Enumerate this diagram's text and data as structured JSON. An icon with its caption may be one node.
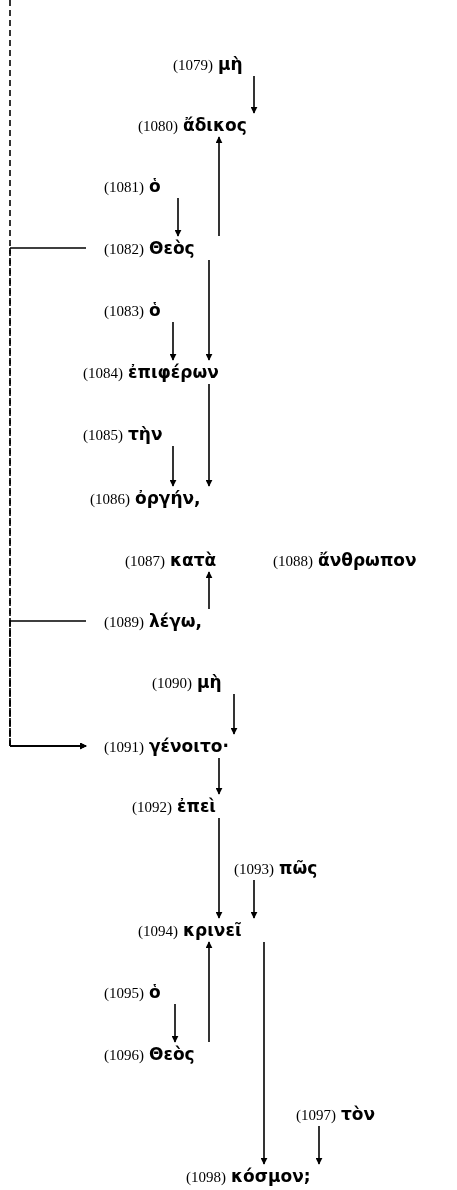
{
  "diagram": {
    "nodes": [
      {
        "text": [
          "(1079)",
          "μὴ"
        ]
      },
      {
        "text": [
          "(1080)",
          "ἄδικος"
        ]
      },
      {
        "text": [
          "(1081)",
          "ὁ"
        ]
      },
      {
        "text": [
          "(1082)",
          "Θεὸς"
        ]
      },
      {
        "text": [
          "(1083)",
          "ὁ"
        ]
      },
      {
        "text": [
          "(1084)",
          "ἐπιφέρων"
        ]
      },
      {
        "text": [
          "(1085)",
          "τὴν"
        ]
      },
      {
        "text": [
          "(1086)",
          "ὀργήν,"
        ]
      },
      {
        "text": [
          "(1087)",
          "κατὰ"
        ]
      },
      {
        "text": [
          "(1088)",
          "ἄνθρωπον"
        ]
      },
      {
        "text": [
          "(1089)",
          "λέγω,"
        ]
      },
      {
        "text": [
          "(1090)",
          "μὴ"
        ]
      },
      {
        "text": [
          "(1091)",
          "γένοιτο·"
        ]
      },
      {
        "text": [
          "(1092)",
          "ἐπεὶ"
        ]
      },
      {
        "text": [
          "(1093)",
          "πῶς"
        ]
      },
      {
        "text": [
          "(1094)",
          "κρινεῖ"
        ]
      },
      {
        "text": [
          "(1095)",
          "ὁ"
        ]
      },
      {
        "text": [
          "(1096)",
          "Θεὸς"
        ]
      },
      {
        "text": [
          "(1097)",
          "τὸν"
        ]
      },
      {
        "text": [
          "(1098)",
          "κόσμον;"
        ]
      }
    ],
    "edges": [
      {
        "from": null,
        "to": 12,
        "arrow": "to",
        "style": "dashed"
      },
      {
        "from": 3,
        "to": 12,
        "arrow": "to",
        "style": "dashed"
      },
      {
        "from": 10,
        "to": 12,
        "arrow": "to",
        "style": "dashed"
      },
      {
        "from": 0,
        "to": 1,
        "arrow": "to"
      },
      {
        "from": 3,
        "to": 1,
        "arrow": "to"
      },
      {
        "from": 2,
        "to": 3,
        "arrow": "to"
      },
      {
        "from": 3,
        "to": 5,
        "arrow": "to"
      },
      {
        "from": 4,
        "to": 5,
        "arrow": "to"
      },
      {
        "from": 5,
        "to": 7,
        "arrow": "to"
      },
      {
        "from": 6,
        "to": 7,
        "arrow": "to"
      },
      {
        "from": 10,
        "to": 8,
        "arrow": "to"
      },
      {
        "from": 11,
        "to": 12,
        "arrow": "to"
      },
      {
        "from": 12,
        "to": 13,
        "arrow": "to"
      },
      {
        "from": 13,
        "to": 15,
        "arrow": "to"
      },
      {
        "from": 14,
        "to": 15,
        "arrow": "to"
      },
      {
        "from": 17,
        "to": 15,
        "arrow": "to"
      },
      {
        "from": 16,
        "to": 17,
        "arrow": "to"
      },
      {
        "from": 15,
        "to": 19,
        "arrow": "to"
      },
      {
        "from": 18,
        "to": 19,
        "arrow": "to"
      }
    ]
  }
}
